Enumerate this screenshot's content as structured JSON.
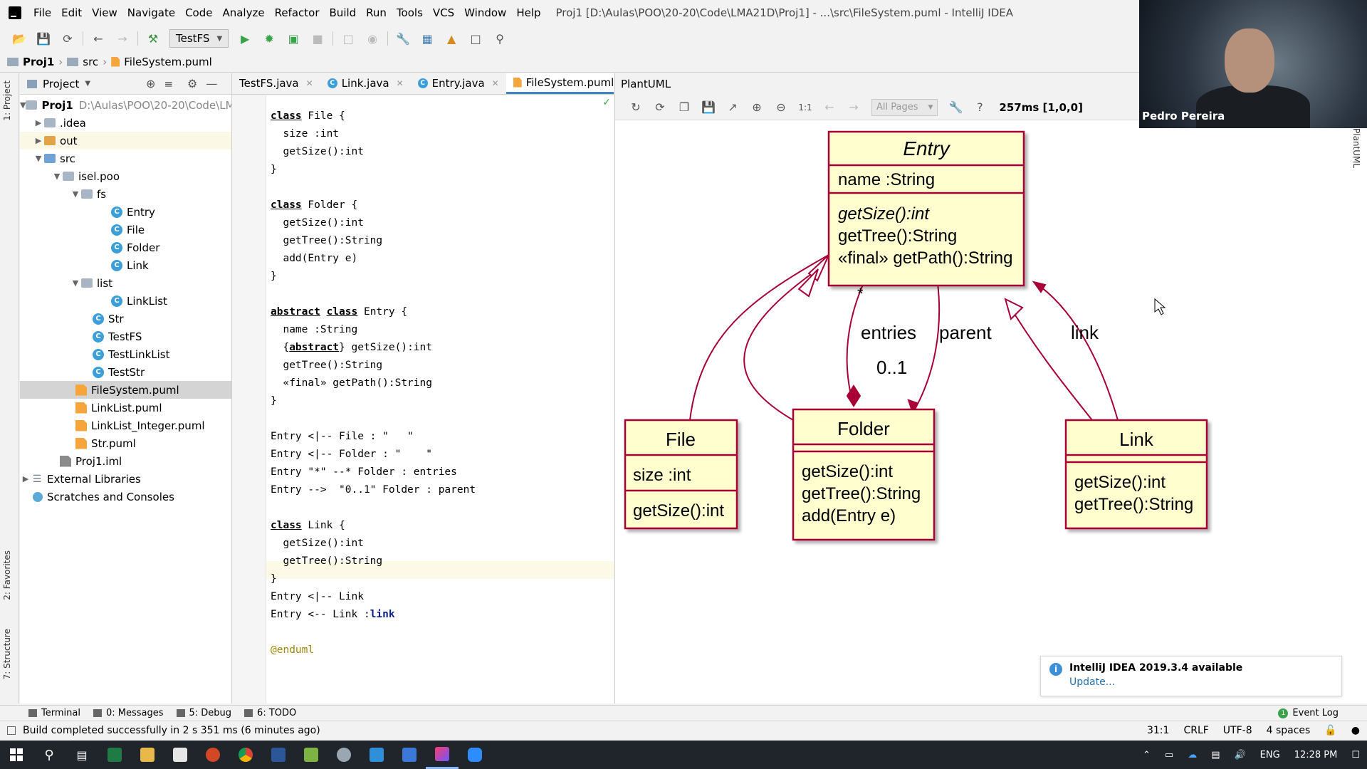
{
  "menubar": {
    "items": [
      "File",
      "Edit",
      "View",
      "Navigate",
      "Code",
      "Analyze",
      "Refactor",
      "Build",
      "Run",
      "Tools",
      "VCS",
      "Window",
      "Help"
    ],
    "window_title": "Proj1 [D:\\Aulas\\POO\\20-20\\Code\\LMA21D\\Proj1] - ...\\src\\FileSystem.puml - IntelliJ IDEA"
  },
  "toolbar": {
    "run_config": "TestFS"
  },
  "navbar": {
    "crumbs": [
      "Proj1",
      "src",
      "FileSystem.puml"
    ]
  },
  "left_stripe": {
    "project_tab": "1: Project",
    "favorites_tab": "2: Favorites",
    "structure_tab": "7: Structure"
  },
  "project_panel": {
    "title": "Project",
    "tree": [
      {
        "label": "Proj1",
        "path": "D:\\Aulas\\POO\\20-20\\Code\\LM",
        "bold": true
      },
      {
        "label": ".idea"
      },
      {
        "label": "out"
      },
      {
        "label": "src"
      },
      {
        "label": "isel.poo"
      },
      {
        "label": "fs"
      },
      {
        "label": "Entry"
      },
      {
        "label": "File"
      },
      {
        "label": "Folder"
      },
      {
        "label": "Link"
      },
      {
        "label": "list"
      },
      {
        "label": "LinkList"
      },
      {
        "label": "Str"
      },
      {
        "label": "TestFS"
      },
      {
        "label": "TestLinkList"
      },
      {
        "label": "TestStr"
      },
      {
        "label": "FileSystem.puml"
      },
      {
        "label": "LinkList.puml"
      },
      {
        "label": "LinkList_Integer.puml"
      },
      {
        "label": "Str.puml"
      },
      {
        "label": "Proj1.iml"
      },
      {
        "label": "External Libraries"
      },
      {
        "label": "Scratches and Consoles"
      }
    ]
  },
  "editor": {
    "tabs": [
      "TestFS.java",
      "Link.java",
      "Entry.java",
      "FileSystem.puml"
    ],
    "active_tab": "FileSystem.puml",
    "lines": {
      "l1a": "class",
      "l1b": " File {",
      "l2": "  size :int",
      "l3": "  getSize():int",
      "l4": "}",
      "l6a": "class",
      "l6b": " Folder {",
      "l7": "  getSize():int",
      "l8": "  getTree():String",
      "l9": "  add(Entry e)",
      "l10": "}",
      "l12a": "abstract",
      "l12b": "class",
      "l12c": " Entry {",
      "l13": "  name :String",
      "l14a": "  {",
      "l14b": "abstract",
      "l14c": "} getSize():int",
      "l15": "  getTree():String",
      "l16": "  «final» getPath():String",
      "l17": "}",
      "l19": "Entry <|-- File : \"   \"",
      "l20": "Entry <|-- Folder : \"    \"",
      "l21": "Entry \"*\" --* Folder : entries",
      "l22": "Entry -->  \"0..1\" Folder : parent",
      "l24a": "class",
      "l24b": " Link {",
      "l25": "  getSize():int",
      "l26": "  getTree():String",
      "l27": "}",
      "l28": "Entry <|-- Link",
      "l29a": "Entry <-- Link :",
      "l29b": "link",
      "l31": "@enduml"
    }
  },
  "plantuml": {
    "title": "PlantUML",
    "pages_placeholder": "All Pages",
    "timing": "257ms [1,0,0]",
    "diagram": {
      "entry_name": "Entry",
      "entry_attr": "name :String",
      "entry_ops": [
        "getSize():int",
        "getTree():String",
        "«final» getPath():String"
      ],
      "file_name": "File",
      "file_attr": "size :int",
      "file_op": "getSize():int",
      "folder_name": "Folder",
      "folder_ops": [
        "getSize():int",
        "getTree():String",
        "add(Entry e)"
      ],
      "link_name": "Link",
      "link_ops": [
        "getSize():int",
        "getTree():String"
      ],
      "label_star": "*",
      "label_entries": "entries",
      "label_parent": "parent",
      "label_mult": "0..1",
      "label_link": "link"
    },
    "colors": {
      "class_fill": "#fefece",
      "class_stroke": "#a80036"
    }
  },
  "webcam": {
    "name": "Pedro Pereira"
  },
  "right_stripe": {
    "label": "PlantUML"
  },
  "notification": {
    "title": "IntelliJ IDEA 2019.3.4 available",
    "link": "Update..."
  },
  "toolwindows": {
    "terminal": "Terminal",
    "messages": "0: Messages",
    "debug": "5: Debug",
    "todo": "6: TODO",
    "event_log": "Event Log"
  },
  "statusbar": {
    "message": "Build completed successfully in 2 s 351 ms (6 minutes ago)",
    "position": "31:1",
    "line_sep": "CRLF",
    "encoding": "UTF-8",
    "indent": "4 spaces"
  },
  "taskbar": {
    "lang": "ENG",
    "time": "12:28 PM"
  }
}
